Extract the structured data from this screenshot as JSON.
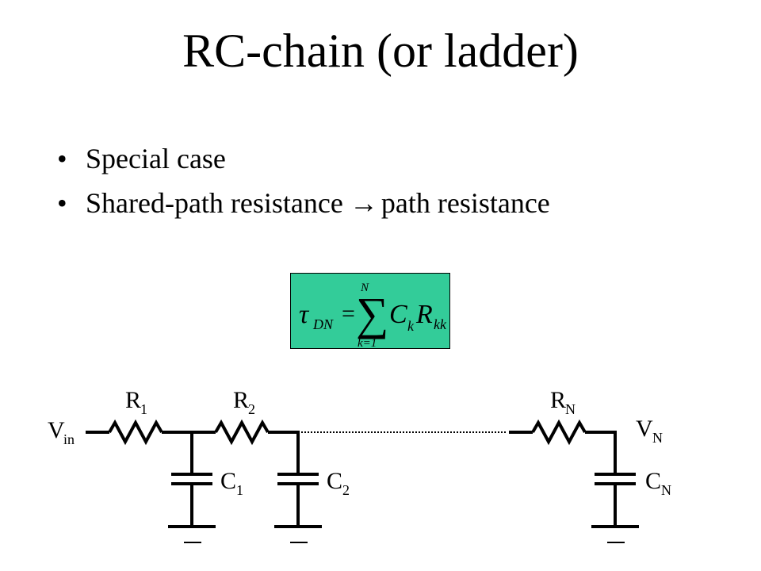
{
  "slide": {
    "title": "RC-chain (or ladder)",
    "bullets": [
      {
        "text": "Special case"
      },
      {
        "text_before": "Shared-path resistance",
        "arrow": "→",
        "text_after": "path resistance"
      }
    ]
  },
  "formula": {
    "tau": "τ",
    "tau_sub": "DN",
    "equals": "=",
    "sigma": "∑",
    "upper_limit": "N",
    "lower_limit": "k=1",
    "c": "C",
    "c_sub": "k",
    "r": "R",
    "r_sub": "kk",
    "background": "#33cc99"
  },
  "circuit": {
    "vin": {
      "main": "V",
      "sub": "in"
    },
    "vn": {
      "main": "V",
      "sub": "N"
    },
    "resistors": [
      {
        "main": "R",
        "sub": "1"
      },
      {
        "main": "R",
        "sub": "2"
      },
      {
        "main": "R",
        "sub": "N"
      }
    ],
    "capacitors": [
      {
        "main": "C",
        "sub": "1"
      },
      {
        "main": "C",
        "sub": "2"
      },
      {
        "main": "C",
        "sub": "N"
      }
    ]
  }
}
